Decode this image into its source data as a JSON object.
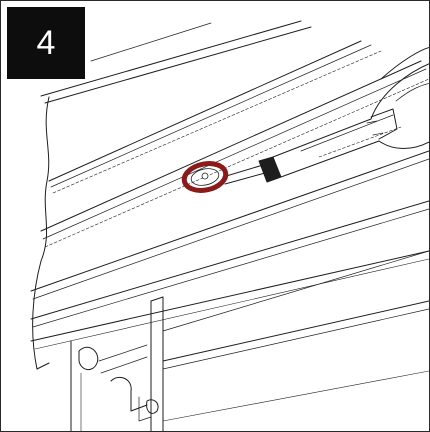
{
  "step": {
    "number": "4"
  },
  "colors": {
    "badge_background": "#0d0d0d",
    "badge_text": "#ffffff",
    "line": "#1e1e1e",
    "highlight_ring": "#8b1a1a",
    "frame_border": "#2a2a2a"
  },
  "illustration": {
    "subject": "extrusion-profile-with-screwdriver",
    "highlight": "screw-hole-ring"
  }
}
